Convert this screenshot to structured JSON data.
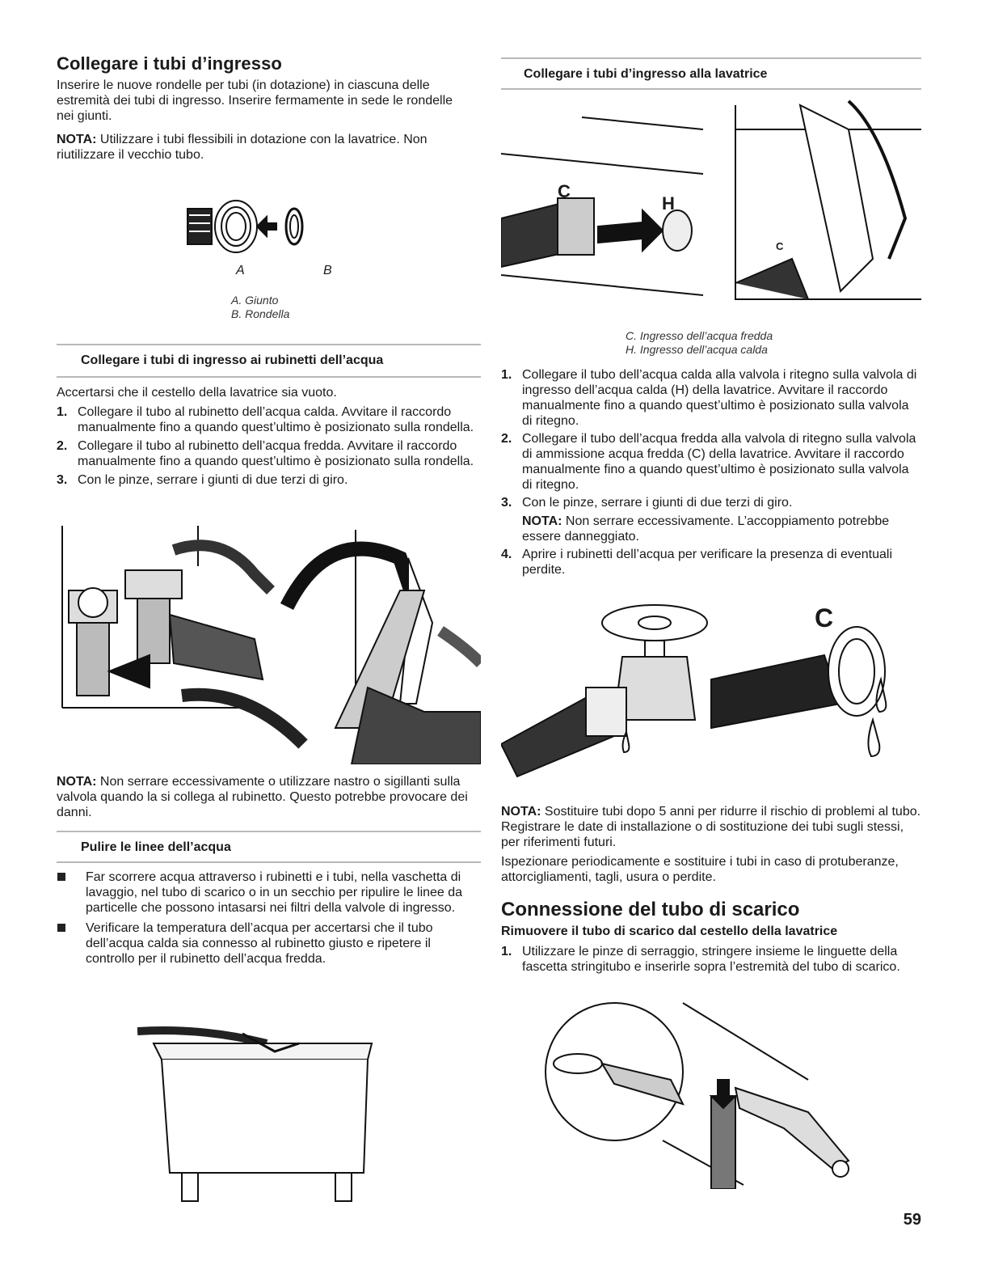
{
  "left": {
    "title": "Collegare i tubi d’ingresso",
    "intro": "Inserire le nuove rondelle per tubi (in dotazione) in ciascuna delle estremità dei tubi di ingresso. Inserire fermamente in sede le rondelle nei giunti.",
    "nota1_label": "NOTA:",
    "nota1_text": "Utilizzare i tubi flessibili in dotazione con la lavatrice. Non riutilizzare il vecchio tubo.",
    "fig1_label_a": "A",
    "fig1_label_b": "B",
    "fig1_caption_a": "A. Giunto",
    "fig1_caption_b": "B. Rondella",
    "sub1": "Collegare i tubi di ingresso ai rubinetti dell’acqua",
    "sub1_intro": "Accertarsi che il cestello della lavatrice sia vuoto.",
    "steps": [
      {
        "num": "1.",
        "text": "Collegare il tubo al rubinetto dell’acqua calda. Avvitare il raccordo manualmente fino a quando quest’ultimo è posizionato sulla rondella."
      },
      {
        "num": "2.",
        "text": "Collegare il tubo al rubinetto dell’acqua fredda. Avvitare il raccordo manualmente fino a quando quest’ultimo è posizionato sulla rondella."
      },
      {
        "num": "3.",
        "text": "Con le pinze, serrare i giunti di due terzi di giro."
      }
    ],
    "nota2_label": "NOTA:",
    "nota2_text": "Non serrare eccessivamente o utilizzare nastro o sigillanti sulla valvola quando la si collega al rubinetto. Questo potrebbe provocare dei danni.",
    "sub2": "Pulire le linee dell’acqua",
    "bullets": [
      "Far scorrere acqua attraverso i rubinetti e i tubi, nella vaschetta di lavaggio, nel tubo di scarico o in un secchio per ripulire le linee da particelle che possono intasarsi nei filtri della valvole di ingresso.",
      "Verificare la temperatura dell’acqua per accertarsi che il tubo dell’acqua calda sia connesso al rubinetto giusto e ripetere il controllo per il rubinetto dell’acqua fredda."
    ]
  },
  "right": {
    "sub1": "Collegare i tubi d’ingresso alla lavatrice",
    "fig_label_c": "C",
    "fig_label_h": "H",
    "fig_label_c_small": "C",
    "caption_c": "C. Ingresso dell’acqua fredda",
    "caption_h": "H. Ingresso dell’acqua calda",
    "steps": [
      {
        "num": "1.",
        "text": "Collegare il tubo dell’acqua calda alla valvola i ritegno sulla valvola di ingresso dell’acqua calda (H) della lavatrice. Avvitare il raccordo manualmente fino a quando quest’ultimo è posizionato sulla valvola di ritegno."
      },
      {
        "num": "2.",
        "text": "Collegare il tubo dell’acqua fredda alla valvola di ritegno sulla valvola di ammissione acqua fredda (C) della lavatrice. Avvitare il raccordo manualmente fino a quando quest’ultimo è posizionato sulla valvola di ritegno."
      },
      {
        "num": "3.",
        "text": "Con le pinze, serrare i giunti di due terzi di giro."
      },
      {
        "num": "4.",
        "text": "Aprire i rubinetti dell’acqua per verificare la presenza di eventuali perdite."
      }
    ],
    "step3_nota_label": "NOTA:",
    "step3_nota_text": "Non serrare eccessivamente. L’accoppiamento potrebbe essere danneggiato.",
    "fig2_label": "C",
    "nota_label": "NOTA:",
    "nota_text": "Sostituire tubi dopo 5 anni per ridurre il rischio di problemi al tubo. Registrare le date di installazione o di sostituzione dei tubi sugli stessi, per riferimenti futuri.",
    "inspect": "Ispezionare periodicamente e sostituire i tubi in caso di protuberanze, attorcigliamenti, tagli, usura o perdite.",
    "title2": "Connessione del tubo di scarico",
    "sub2": "Rimuovere il tubo di scarico dal cestello della lavatrice",
    "drain_steps": [
      {
        "num": "1.",
        "text": "Utilizzare le pinze di serraggio, stringere insieme le linguette della fascetta stringitubo e inserirle sopra l’estremità del tubo di scarico."
      }
    ]
  },
  "page_number": "59"
}
